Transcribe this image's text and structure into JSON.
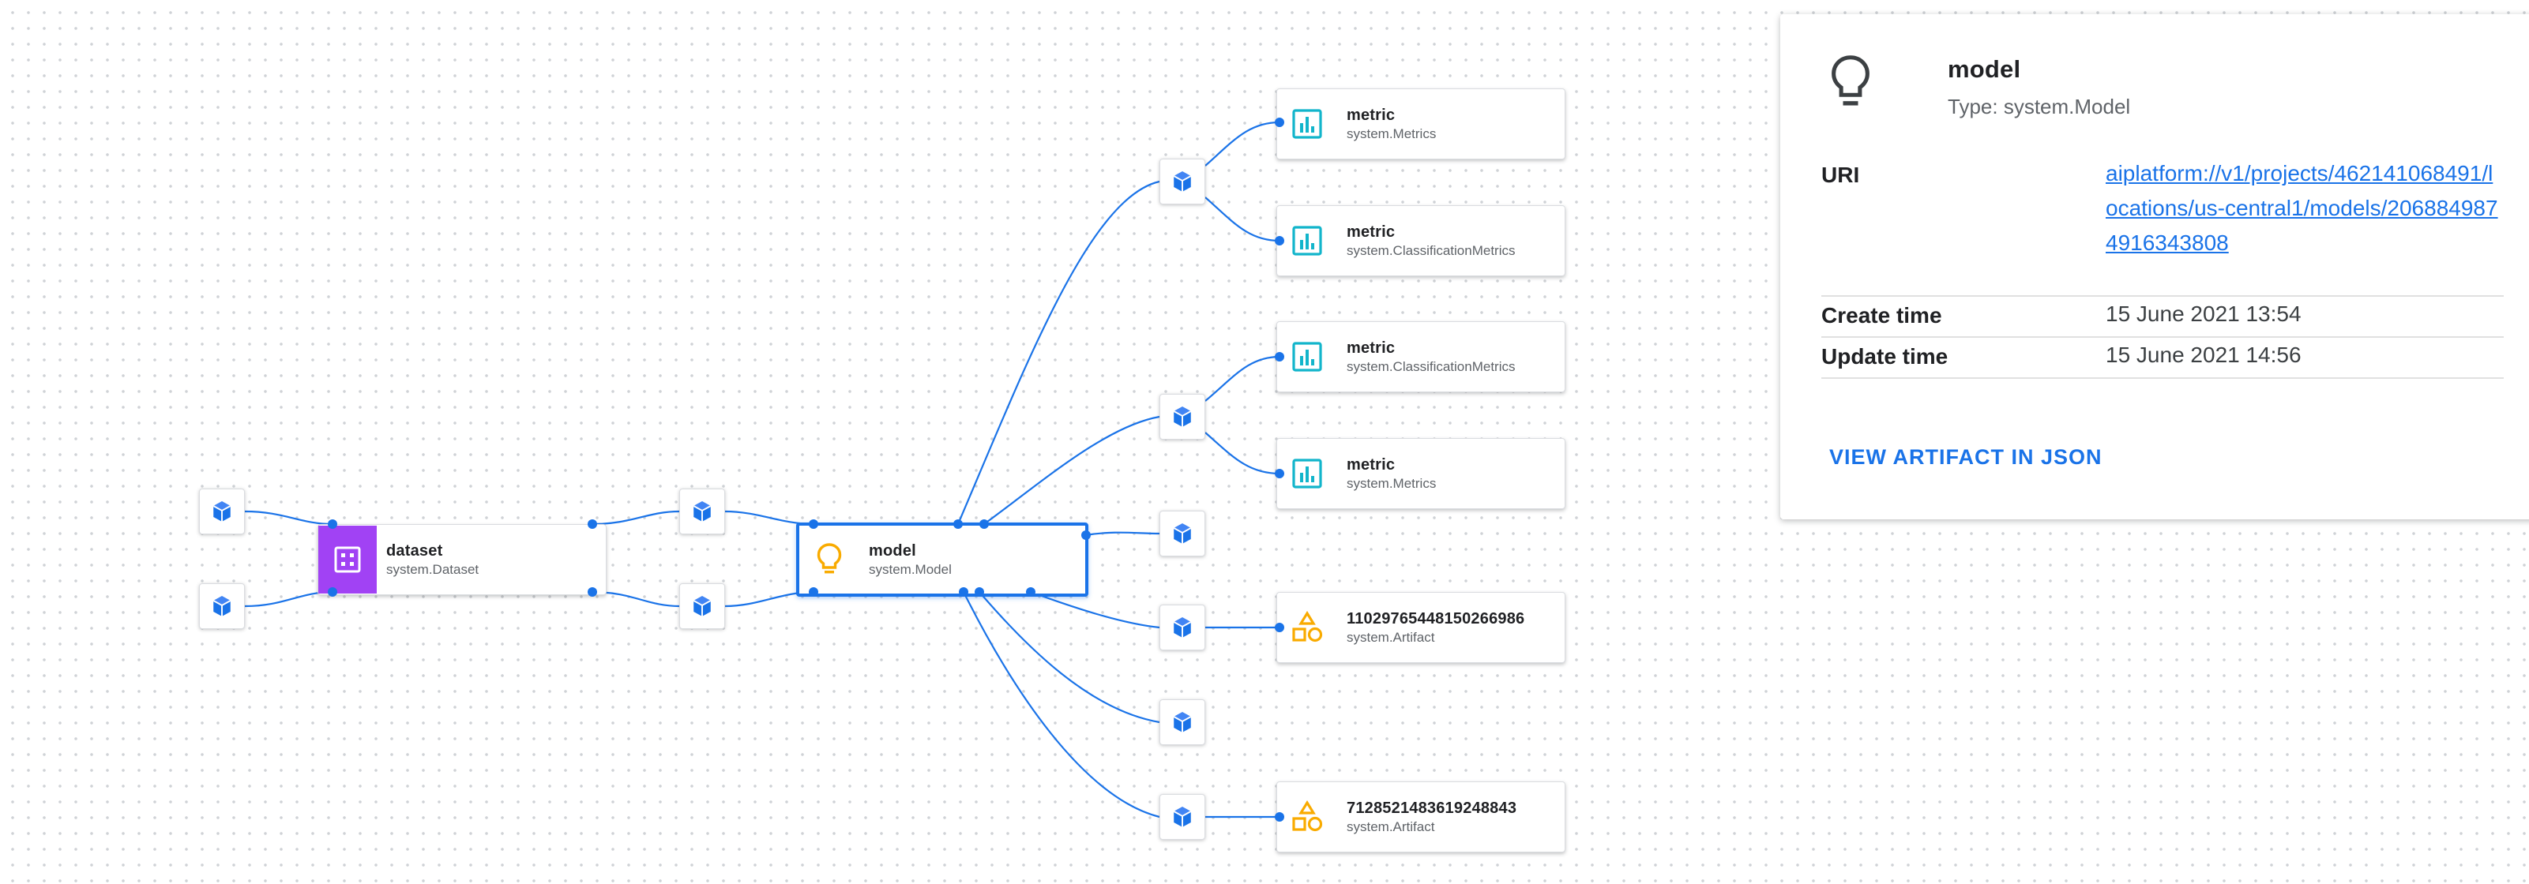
{
  "colors": {
    "accent": "#1a73e8",
    "dataset_icon_bg": "#a142f4",
    "model_icon": "#f9ab00",
    "metric_icon": "#12b5cb",
    "artifact_icon": "#f9ab00"
  },
  "graph": {
    "artifacts": {
      "dataset": {
        "name": "dataset",
        "type": "system.Dataset",
        "icon": "dataset-grid-icon"
      },
      "model": {
        "name": "model",
        "type": "system.Model",
        "icon": "lightbulb-icon"
      },
      "metric1": {
        "name": "metric",
        "type": "system.Metrics",
        "icon": "bar-chart-icon"
      },
      "metric2": {
        "name": "metric",
        "type": "system.ClassificationMetrics",
        "icon": "bar-chart-icon"
      },
      "metric3": {
        "name": "metric",
        "type": "system.ClassificationMetrics",
        "icon": "bar-chart-icon"
      },
      "metric4": {
        "name": "metric",
        "type": "system.Metrics",
        "icon": "bar-chart-icon"
      },
      "artifact1": {
        "name": "11029765448150266986",
        "type": "system.Artifact",
        "icon": "shapes-icon"
      },
      "artifact2": {
        "name": "7128521483619248843",
        "type": "system.Artifact",
        "icon": "shapes-icon"
      }
    },
    "execution_icon": "cube-icon"
  },
  "side_panel": {
    "icon": "lightbulb-icon",
    "title": "model",
    "subtitle": "Type: system.Model",
    "properties": {
      "uri_label": "URI",
      "uri_value": "aiplatform://v1/projects/462141068491/locations/us-central1/models/2068849874916343808",
      "create_label": "Create time",
      "create_value": "15 June 2021 13:54",
      "update_label": "Update time",
      "update_value": "15 June 2021 14:56"
    },
    "view_json_label": "VIEW ARTIFACT IN JSON"
  }
}
